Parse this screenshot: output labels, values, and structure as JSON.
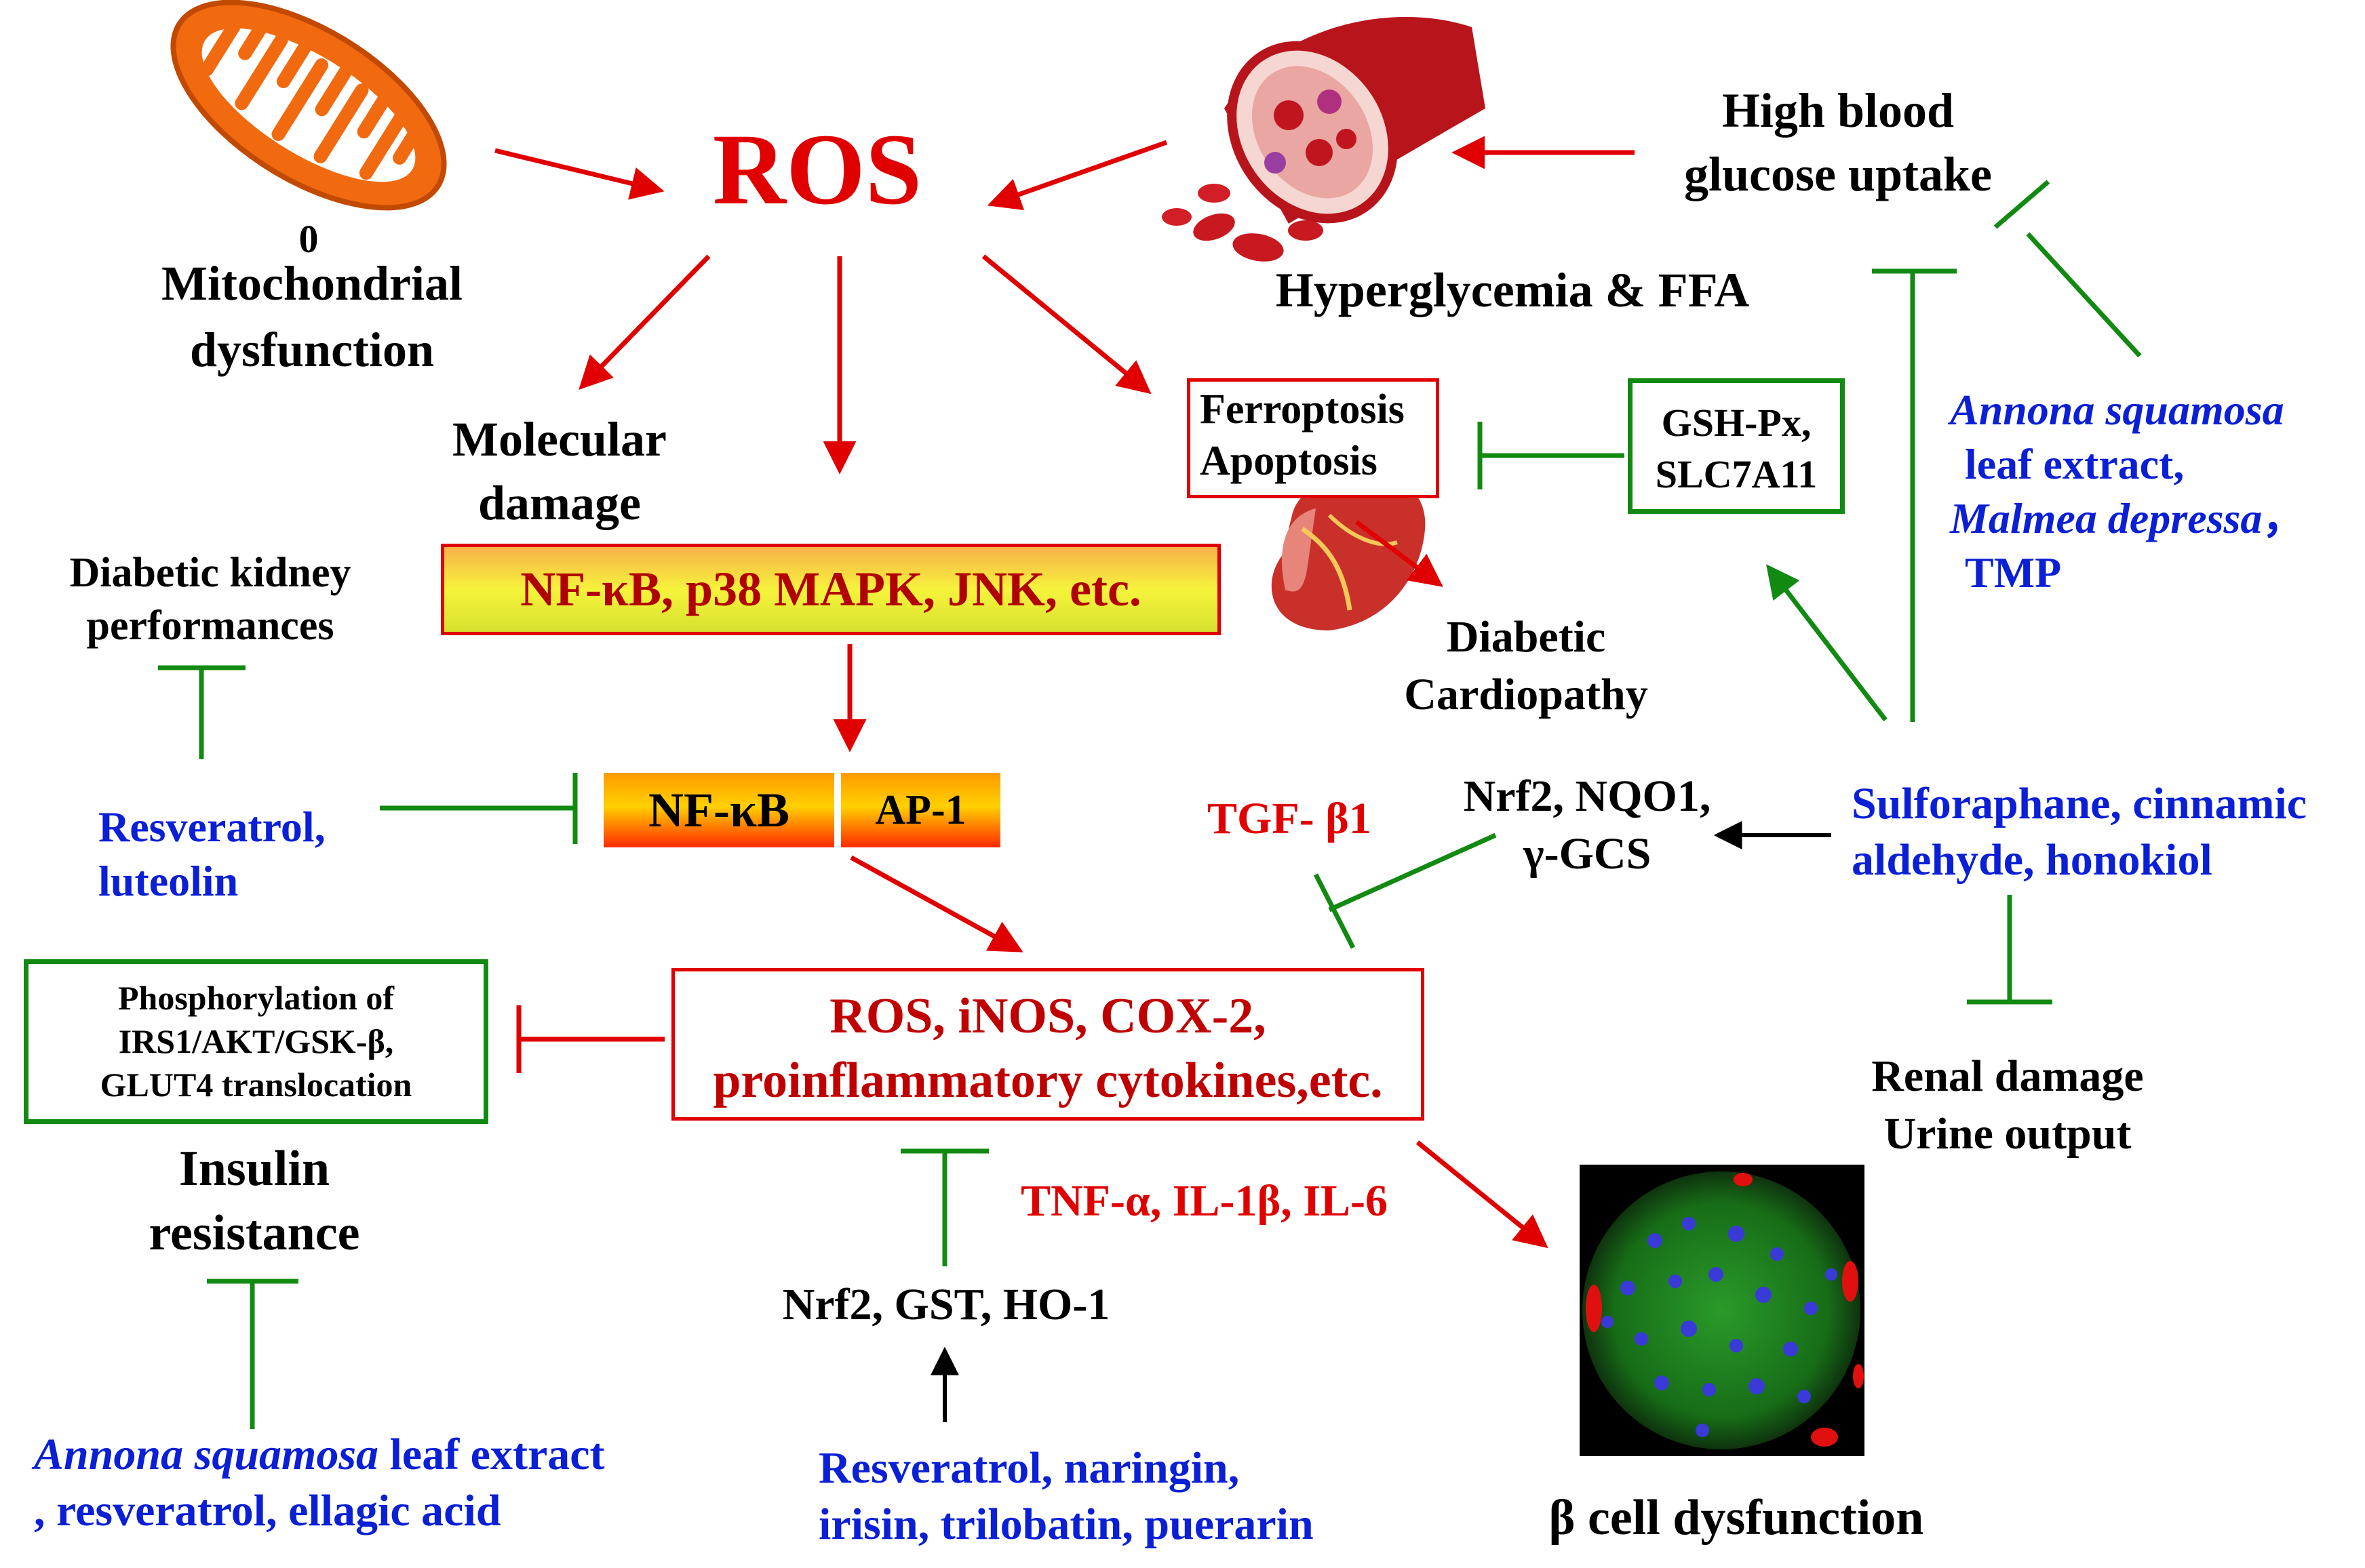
{
  "colors": {
    "activate": "#e00000",
    "inhibit": "#128a12",
    "treatment": "#0a1fd6",
    "neutral": "#000000"
  },
  "icons": [
    "mitochondrion-icon",
    "blood-vessel-icon",
    "heart-icon",
    "islet-fluorescence-image"
  ],
  "nodes": {
    "ros_main": "ROS",
    "mito_zero": "0",
    "mito_line1": "Mitochondrial",
    "mito_line2": "dysfunction",
    "hbg_line1": "High blood",
    "hbg_line2": "glucose uptake",
    "hyperglycemia": "Hyperglycemia & FFA",
    "molecular_line1": "Molecular",
    "molecular_line2": "damage",
    "nfkb_box": "NF-κB, p38 MAPK, JNK, etc.",
    "nfkb": "NF-κB",
    "ap1": "AP-1",
    "ferro_line1": "Ferroptosis",
    "ferro_line2": "Apoptosis",
    "gsh_line1": "GSH-Px,",
    "gsh_line2": "SLC7A11",
    "cardio_line1": "Diabetic",
    "cardio_line2": "Cardiopathy",
    "dk_line1": "Diabetic kidney",
    "dk_line2": "performances",
    "tgf": "TGF- β1",
    "nrf2_nqo1_line1": "Nrf2, NQO1,",
    "nrf2_nqo1_line2": "γ-GCS",
    "phos_line1": "Phosphorylation of",
    "phos_line2": "IRS1/AKT/GSK-β,",
    "phos_line3": "GLUT4 translocation",
    "insulin_line1": "Insulin",
    "insulin_line2": "resistance",
    "ros_box_line1": "ROS, iNOS, COX-2,",
    "ros_box_line2": "proinflammatory cytokines,etc.",
    "tnf": "TNF-α, IL-1β, IL-6",
    "nrf2_gst": "Nrf2, GST, HO-1",
    "renal_line1": "Renal damage",
    "renal_line2": "Urine output",
    "beta": "β cell dysfunction"
  },
  "treatments": {
    "annona_top_1a": "Annona squamosa",
    "annona_top_2": "leaf extract,",
    "annona_top_3a": "Malmea depressa",
    "annona_top_3b": "，",
    "annona_top_4": "TMP",
    "sulfo_line1": "Sulforaphane, cinnamic",
    "sulfo_line2": "aldehyde, honokiol",
    "resv_lut_line1": "Resveratrol,",
    "resv_lut_line2": "luteolin",
    "annona_bot_1a": "Annona squamosa",
    "annona_bot_1b": " leaf extract",
    "annona_bot_2": ", resveratrol, ellagic acid",
    "resv_nar_line1": "Resveratrol, naringin,",
    "resv_nar_line2": "irisin, trilobatin, puerarin"
  }
}
